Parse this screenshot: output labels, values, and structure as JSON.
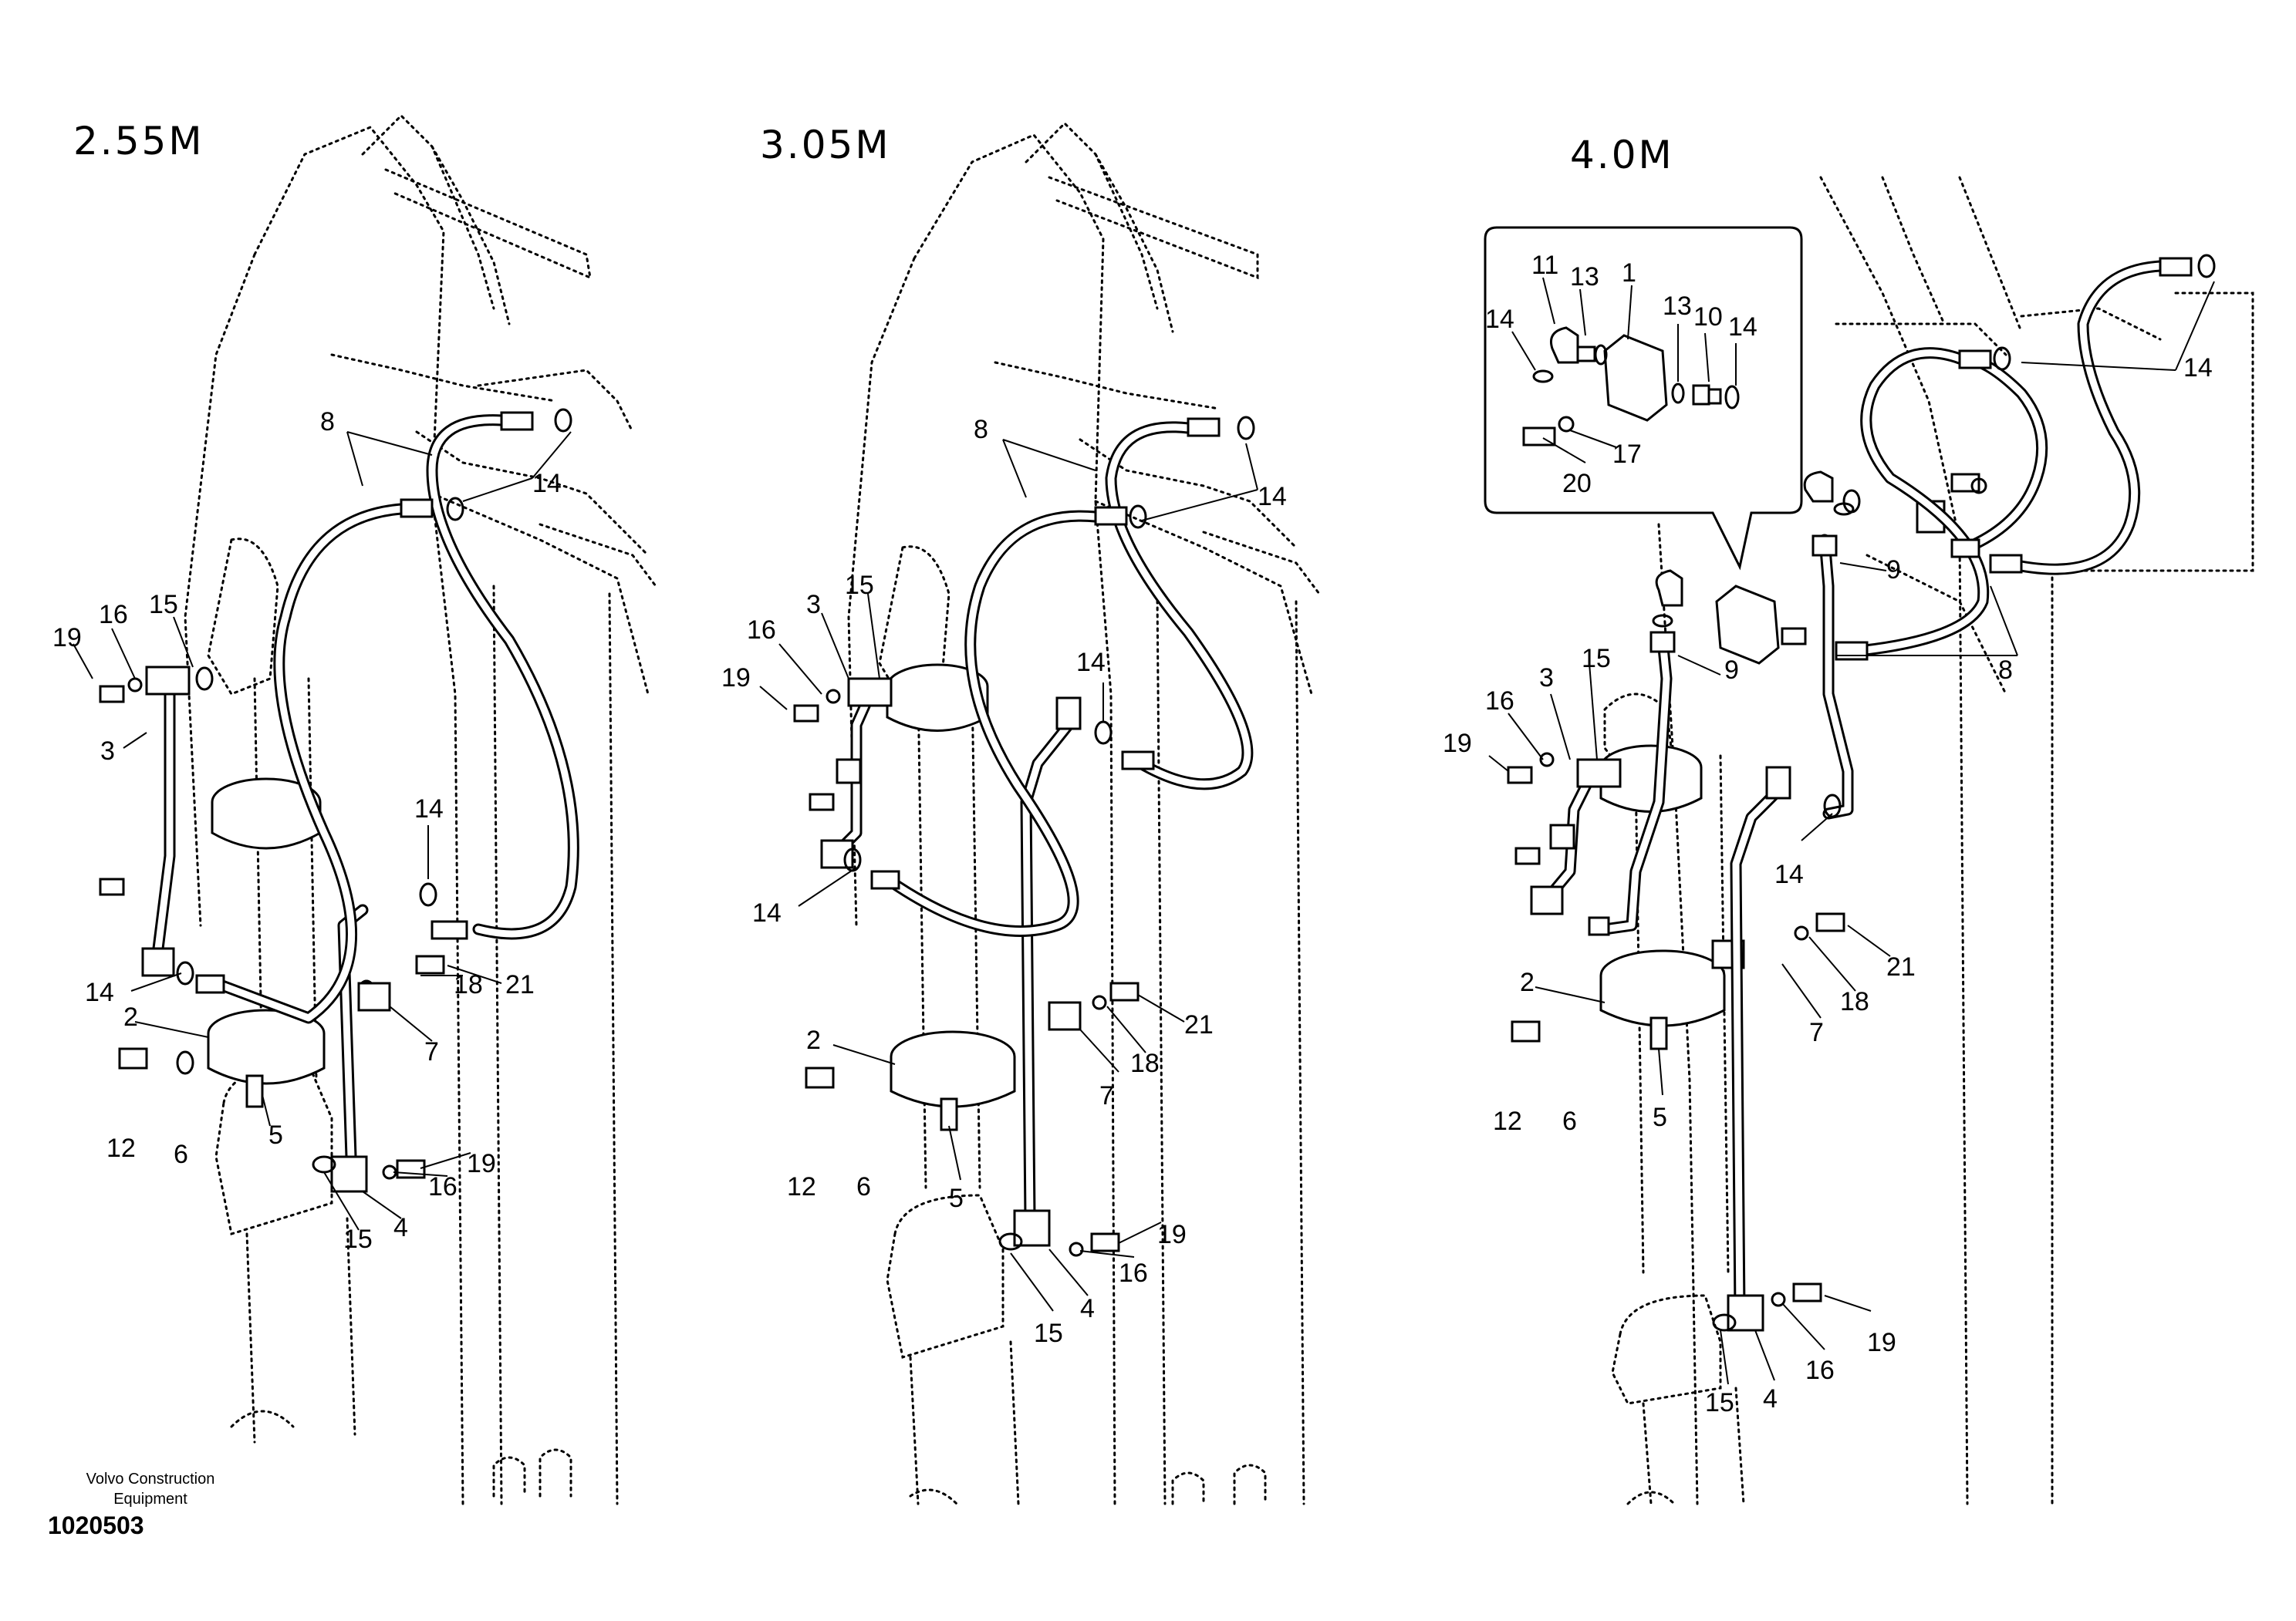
{
  "variants": [
    {
      "key": "a",
      "title": "2.55M"
    },
    {
      "key": "b",
      "title": "3.05M"
    },
    {
      "key": "c",
      "title": "4.0M"
    }
  ],
  "callouts_a": [
    "8",
    "14",
    "19",
    "16",
    "15",
    "3",
    "14",
    "14",
    "2",
    "12",
    "6",
    "5",
    "21",
    "18",
    "7",
    "19",
    "16",
    "15",
    "4"
  ],
  "callouts_b": [
    "8",
    "14",
    "3",
    "15",
    "16",
    "19",
    "14",
    "14",
    "2",
    "12",
    "6",
    "5",
    "21",
    "18",
    "7",
    "19",
    "16",
    "15",
    "4"
  ],
  "callouts_c": [
    "14",
    "8",
    "9",
    "9",
    "15",
    "3",
    "16",
    "19",
    "14",
    "2",
    "12",
    "6",
    "5",
    "21",
    "18",
    "7",
    "19",
    "16",
    "15",
    "4"
  ],
  "inset_callouts": [
    "11",
    "13",
    "1",
    "13",
    "10",
    "14",
    "14",
    "17",
    "20"
  ],
  "footer": {
    "company_line1": "Volvo Construction",
    "company_line2": "Equipment",
    "code": "1020503"
  }
}
